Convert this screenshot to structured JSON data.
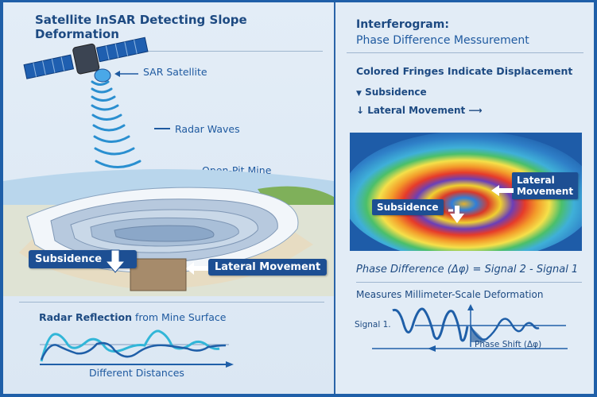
{
  "left_panel": {
    "title": "Satellite InSAR Detecting Slope Deformation",
    "labels": {
      "satellite": "SAR Satellite",
      "radar_waves": "Radar Waves",
      "mine": "Open-Pit Mine",
      "subsidence": "Subsidence",
      "lateral": "Lateral Movement"
    },
    "reflection": {
      "title_bold": "Radar Reflection",
      "title_rest": "from Mine Surface",
      "axis_label": "Different Distances"
    }
  },
  "right_panel": {
    "title_line1": "Interferogram:",
    "title_line2": "Phase Difference Messurement",
    "fringes_heading": "Colored Fringes Indicate Displacement",
    "legend": [
      {
        "symbol": "▼",
        "label": "Subsidence"
      },
      {
        "symbol": "↓",
        "label": "Lateral Movement",
        "arrow": "⟶"
      }
    ],
    "map_labels": {
      "lateral_line1": "Lateral",
      "lateral_line2": "Movement",
      "subsidence": "Subsidence"
    },
    "formula": "Phase Difference (Δφ) = Signal 2 - Signal 1",
    "measures": "Measures Millimeter-Scale Deformation",
    "signal_label": "Signal 1.",
    "phase_shift_label": "Phase Shift (Δφ)"
  },
  "colors": {
    "frame": "#1f5fa8",
    "title": "#1d4a82",
    "tag_bg": "#1d4f93",
    "wave": "#2a8fd0"
  }
}
